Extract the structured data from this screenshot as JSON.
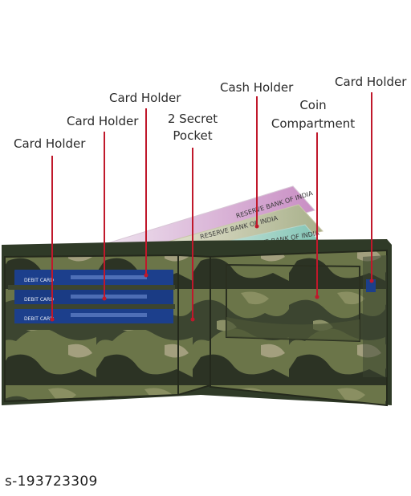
{
  "labels": {
    "card_holder_left": "Card Holder",
    "card_holder_mid": "Card Holder",
    "card_holder_top": "Card Holder",
    "secret_pocket_line1": "2 Secret",
    "secret_pocket_line2": "Pocket",
    "cash_holder": "Cash Holder",
    "coin_line1": "Coin",
    "coin_line2": "Compartment",
    "card_holder_right": "Card Holder"
  },
  "cards": {
    "debit_label": "DEBIT CARD"
  },
  "notes": {
    "bank_text": "RESERVE BANK OF INDIA"
  },
  "sku": "s-193723309",
  "colors": {
    "pointer_line": "#c0182b",
    "wallet_dark": "#2f3a27",
    "wallet_olive": "#5d6a3e",
    "card_blue": "#1c3f8c"
  }
}
